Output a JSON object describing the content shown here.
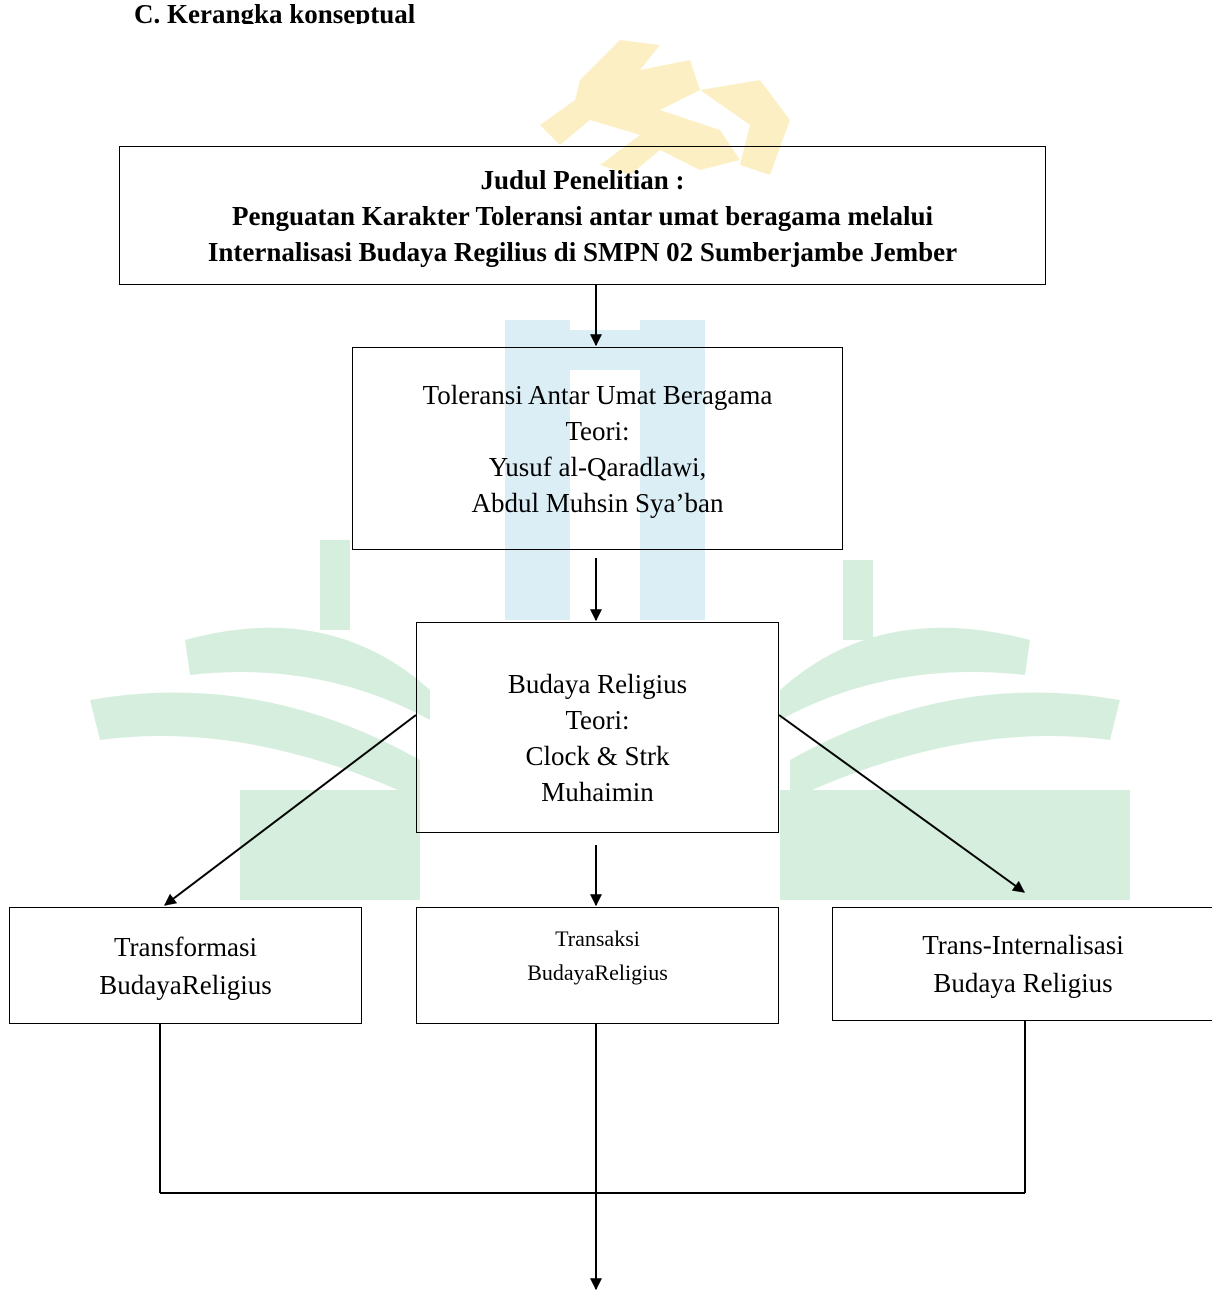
{
  "heading": "C.  Kerangka konseptual",
  "title_box": {
    "line1": "Judul  Penelitian :",
    "line2": "Penguatan Karakter Toleransi antar umat beragama melalui",
    "line3": "Internalisasi Budaya Regilius di SMPN 02 Sumberjambe Jember"
  },
  "toleransi_box": {
    "line1": "Toleransi Antar Umat Beragama",
    "line2": "Teori:",
    "line3": "Yusuf al-Qaradlawi,",
    "line4": "Abdul  Muhsin Sya’ban"
  },
  "budaya_box": {
    "line1": "Budaya Religius",
    "line2": "Teori:",
    "line3": "Clock & Strk",
    "line4": "Muhaimin"
  },
  "transformasi_box": {
    "line1": "Transformasi",
    "line2": "BudayaReligius"
  },
  "transaksi_box": {
    "line1": "Transaksi",
    "line2": "BudayaReligius"
  },
  "transinternal_box": {
    "line1": "Trans-Internalisasi",
    "line2": "Budaya Religius"
  },
  "colors": {
    "watermark_green": "#d6eedd",
    "watermark_yellow": "#fcefc4",
    "watermark_blue": "#dceef5"
  }
}
